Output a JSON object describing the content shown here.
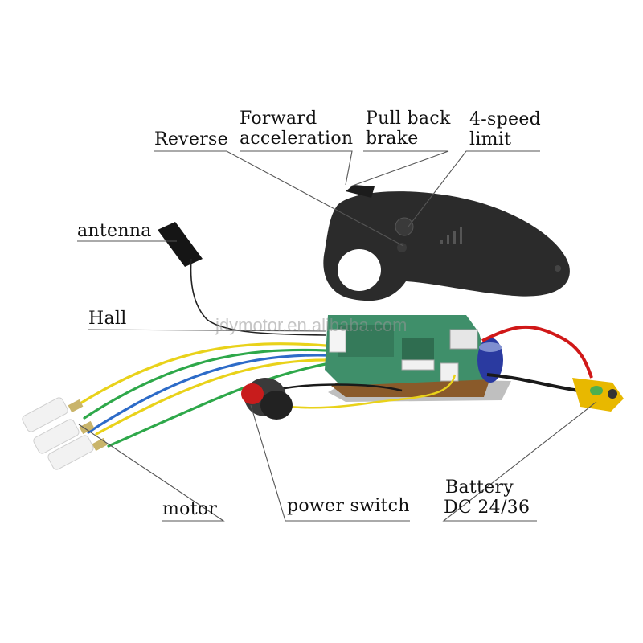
{
  "labels": {
    "reverse": "Reverse",
    "forward_line1": "Forward",
    "forward_line2": "acceleration",
    "pullback_line1": "Pull back",
    "pullback_line2": "brake",
    "speed_line1": "4-speed",
    "speed_line2": "limit",
    "antenna": "antenna",
    "hall": "Hall",
    "motor": "motor",
    "power_switch": "power switch",
    "battery_line1": "Battery",
    "battery_line2": "DC 24/36"
  },
  "watermark": "jdymotor.en.alibaba.com",
  "colors": {
    "remote": "#2b2b2b",
    "pcb": "#3f8f6a",
    "wire_yellow": "#e9d21a",
    "wire_green": "#2ea84a",
    "wire_blue": "#2d6bc8",
    "wire_red": "#d01818",
    "connector": "#e8b800",
    "capacitor": "#2a3aa0",
    "switch_button": "#c81c1c",
    "leader_line": "#555555"
  }
}
